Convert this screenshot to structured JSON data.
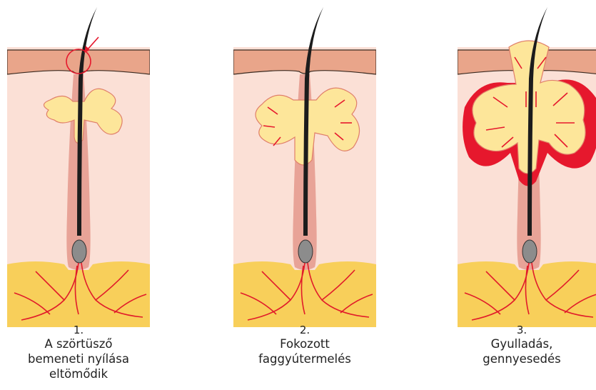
{
  "panels": [
    {
      "number": "1.",
      "lines": [
        "A szörtüsző",
        "bemeneti nyílása",
        "eltömődik"
      ]
    },
    {
      "number": "2.",
      "lines": [
        "Fokozott",
        "faggyútermelés"
      ]
    },
    {
      "number": "3.",
      "lines": [
        "Gyulladás,",
        "gennyesedés"
      ]
    }
  ],
  "colors": {
    "skin_surface": "#e9a58a",
    "dermis": "#fbe0d6",
    "fat": "#f8cf5a",
    "follicle": "#e8a397",
    "hair": "#1c1c1c",
    "sebum": "#fde69a",
    "sebum_outline": "#e07f6a",
    "inflammation": "#e6182d",
    "arrow": "#e6182d",
    "vessel": "#e11b2a"
  }
}
